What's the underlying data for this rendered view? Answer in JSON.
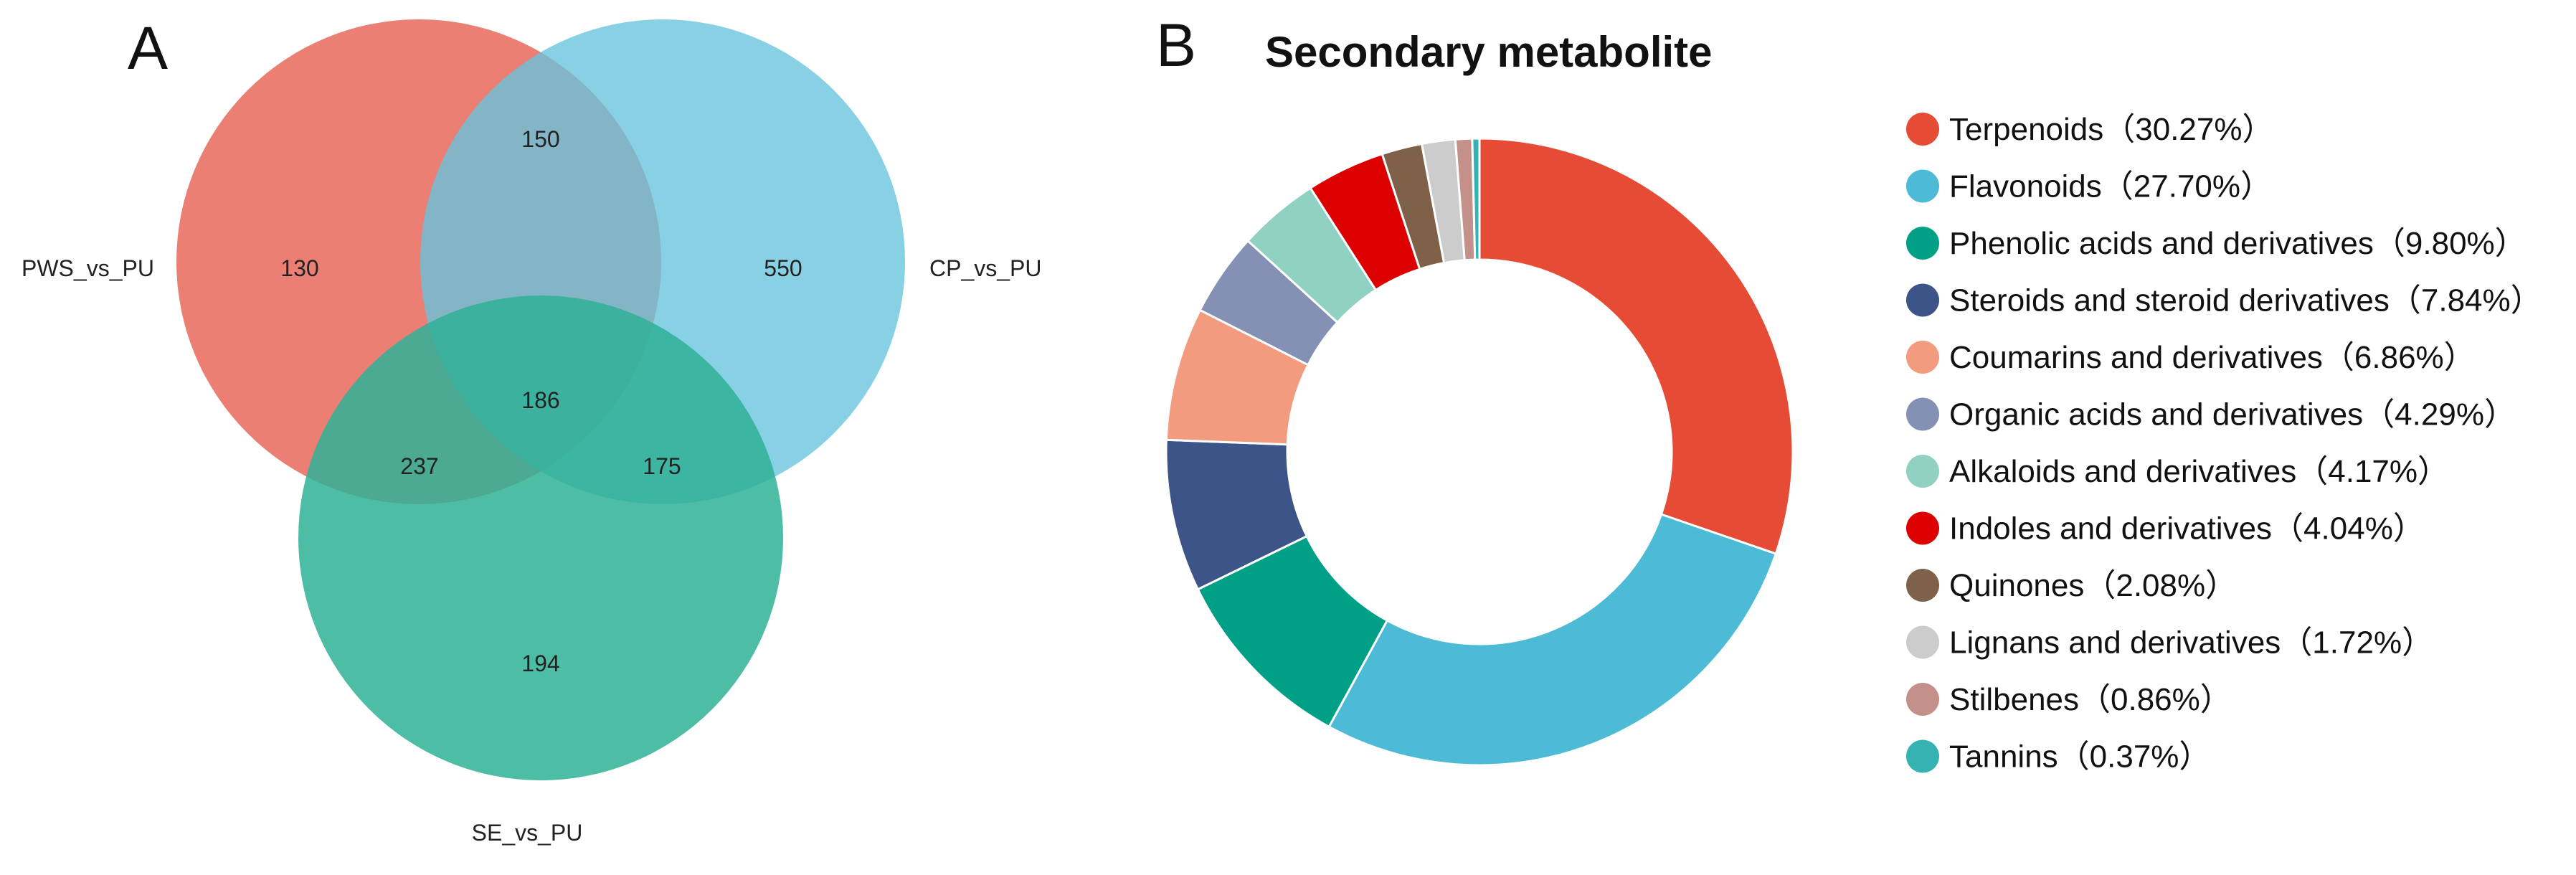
{
  "panels": {
    "a_label": "A",
    "b_label": "B"
  },
  "chart_data": [
    {
      "type": "venn",
      "sets": [
        {
          "name": "PWS_vs_PU",
          "color": "#E8695A"
        },
        {
          "name": "CP_vs_PU",
          "color": "#67C4DE"
        },
        {
          "name": "SE_vs_PU",
          "color": "#2FB297"
        }
      ],
      "regions": {
        "PWS_only": 130,
        "CP_only": 550,
        "SE_only": 194,
        "PWS_CP": 150,
        "PWS_SE": 237,
        "CP_SE": 175,
        "all": 186
      }
    },
    {
      "type": "pie",
      "style": "donut",
      "title": "Secondary metabolite",
      "legend_position": "right",
      "slices": [
        {
          "label": "Terpenoids",
          "value": 30.27,
          "pct_text": "（30.27%）",
          "color": "#E64B35"
        },
        {
          "label": "Flavonoids",
          "value": 27.7,
          "pct_text": "（27.70%）",
          "color": "#4DBBD5"
        },
        {
          "label": "Phenolic acids and derivatives",
          "value": 9.8,
          "pct_text": "（9.80%）",
          "color": "#00A087"
        },
        {
          "label": "Steroids and steroid derivatives",
          "value": 7.84,
          "pct_text": "（7.84%）",
          "color": "#3C5488"
        },
        {
          "label": "Coumarins and derivatives",
          "value": 6.86,
          "pct_text": "（6.86%）",
          "color": "#F39B7F"
        },
        {
          "label": "Organic acids and derivatives",
          "value": 4.29,
          "pct_text": "（4.29%）",
          "color": "#8491B4"
        },
        {
          "label": "Alkaloids and derivatives",
          "value": 4.17,
          "pct_text": "（4.17%）",
          "color": "#91D1C2"
        },
        {
          "label": "Indoles and derivatives",
          "value": 4.04,
          "pct_text": "（4.04%）",
          "color": "#DC0000"
        },
        {
          "label": "Quinones",
          "value": 2.08,
          "pct_text": "（2.08%）",
          "color": "#7E6148"
        },
        {
          "label": "Lignans and derivatives",
          "value": 1.72,
          "pct_text": "（1.72%）",
          "color": "#CCCCCC"
        },
        {
          "label": "Stilbenes",
          "value": 0.86,
          "pct_text": "（0.86%）",
          "color": "#C4918A"
        },
        {
          "label": "Tannins",
          "value": 0.37,
          "pct_text": "（0.37%）",
          "color": "#35B2B2"
        }
      ]
    }
  ]
}
